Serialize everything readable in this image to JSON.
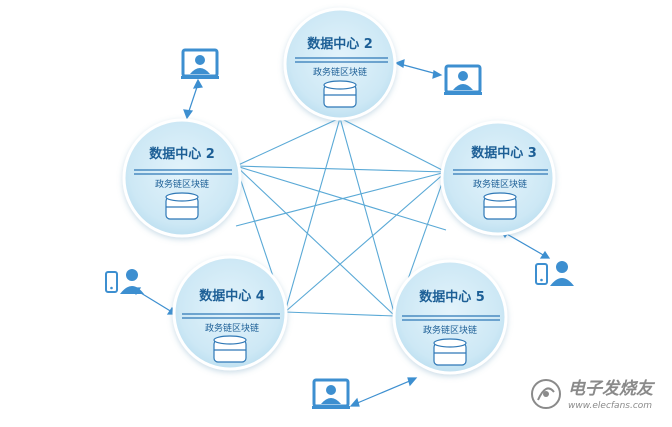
{
  "nodes": [
    {
      "id": "top",
      "title": "数据中心 2",
      "subtitle": "政务链区块链"
    },
    {
      "id": "left",
      "title": "数据中心 2",
      "subtitle": "政务链区块链"
    },
    {
      "id": "right",
      "title": "数据中心 3",
      "subtitle": "政务链区块链"
    },
    {
      "id": "bottom-left",
      "title": "数据中心 4",
      "subtitle": "政务链区块链"
    },
    {
      "id": "bottom-right",
      "title": "数据中心 5",
      "subtitle": "政务链区块链"
    }
  ],
  "clients": [
    {
      "id": "top-left",
      "icon": "desktop-user-icon",
      "connects_to": "left"
    },
    {
      "id": "top-right",
      "icon": "desktop-user-icon",
      "connects_to": "top"
    },
    {
      "id": "right",
      "icon": "phone-user-icon",
      "connects_to": "right"
    },
    {
      "id": "left",
      "icon": "phone-user-icon",
      "connects_to": "bottom-left"
    },
    {
      "id": "bottom",
      "icon": "desktop-user-icon",
      "connects_to": "bottom-right"
    }
  ],
  "watermark": {
    "main": "电子发烧友",
    "url": "www.elecfans.com"
  },
  "colors": {
    "node_fill": "#cfe9f6",
    "node_stroke": "#ffffff",
    "line": "#5aa9d6",
    "text": "#1d5f96",
    "icon": "#3d8fd0"
  }
}
